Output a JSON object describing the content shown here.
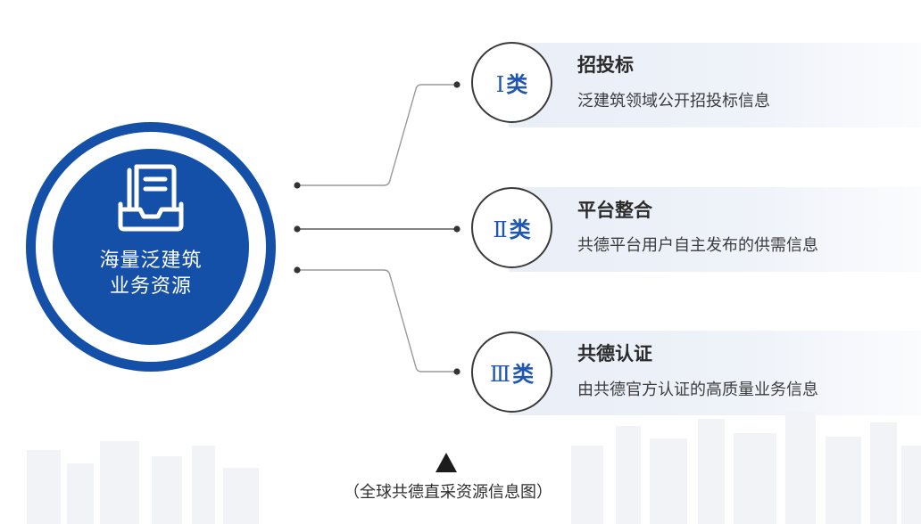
{
  "hub": {
    "lines": [
      "海量泛建筑",
      "业务资源"
    ],
    "icon": "document-tray-icon",
    "color": "#1450a8"
  },
  "categories": [
    {
      "numeral": "Ⅰ",
      "word": "类",
      "title": "招投标",
      "description": "泛建筑领域公开招投标信息"
    },
    {
      "numeral": "Ⅱ",
      "word": "类",
      "title": "平台整合",
      "description": "共德平台用户自主发布的供需信息"
    },
    {
      "numeral": "Ⅲ",
      "word": "类",
      "title": "共德认证",
      "description": "由共德官方认证的高质量业务信息"
    }
  ],
  "caption": {
    "text": "（全球共德直采资源信息图）",
    "marker_icon": "triangle-up-icon"
  },
  "colors": {
    "accent": "#1e56b0",
    "band": "#e9eef7"
  }
}
